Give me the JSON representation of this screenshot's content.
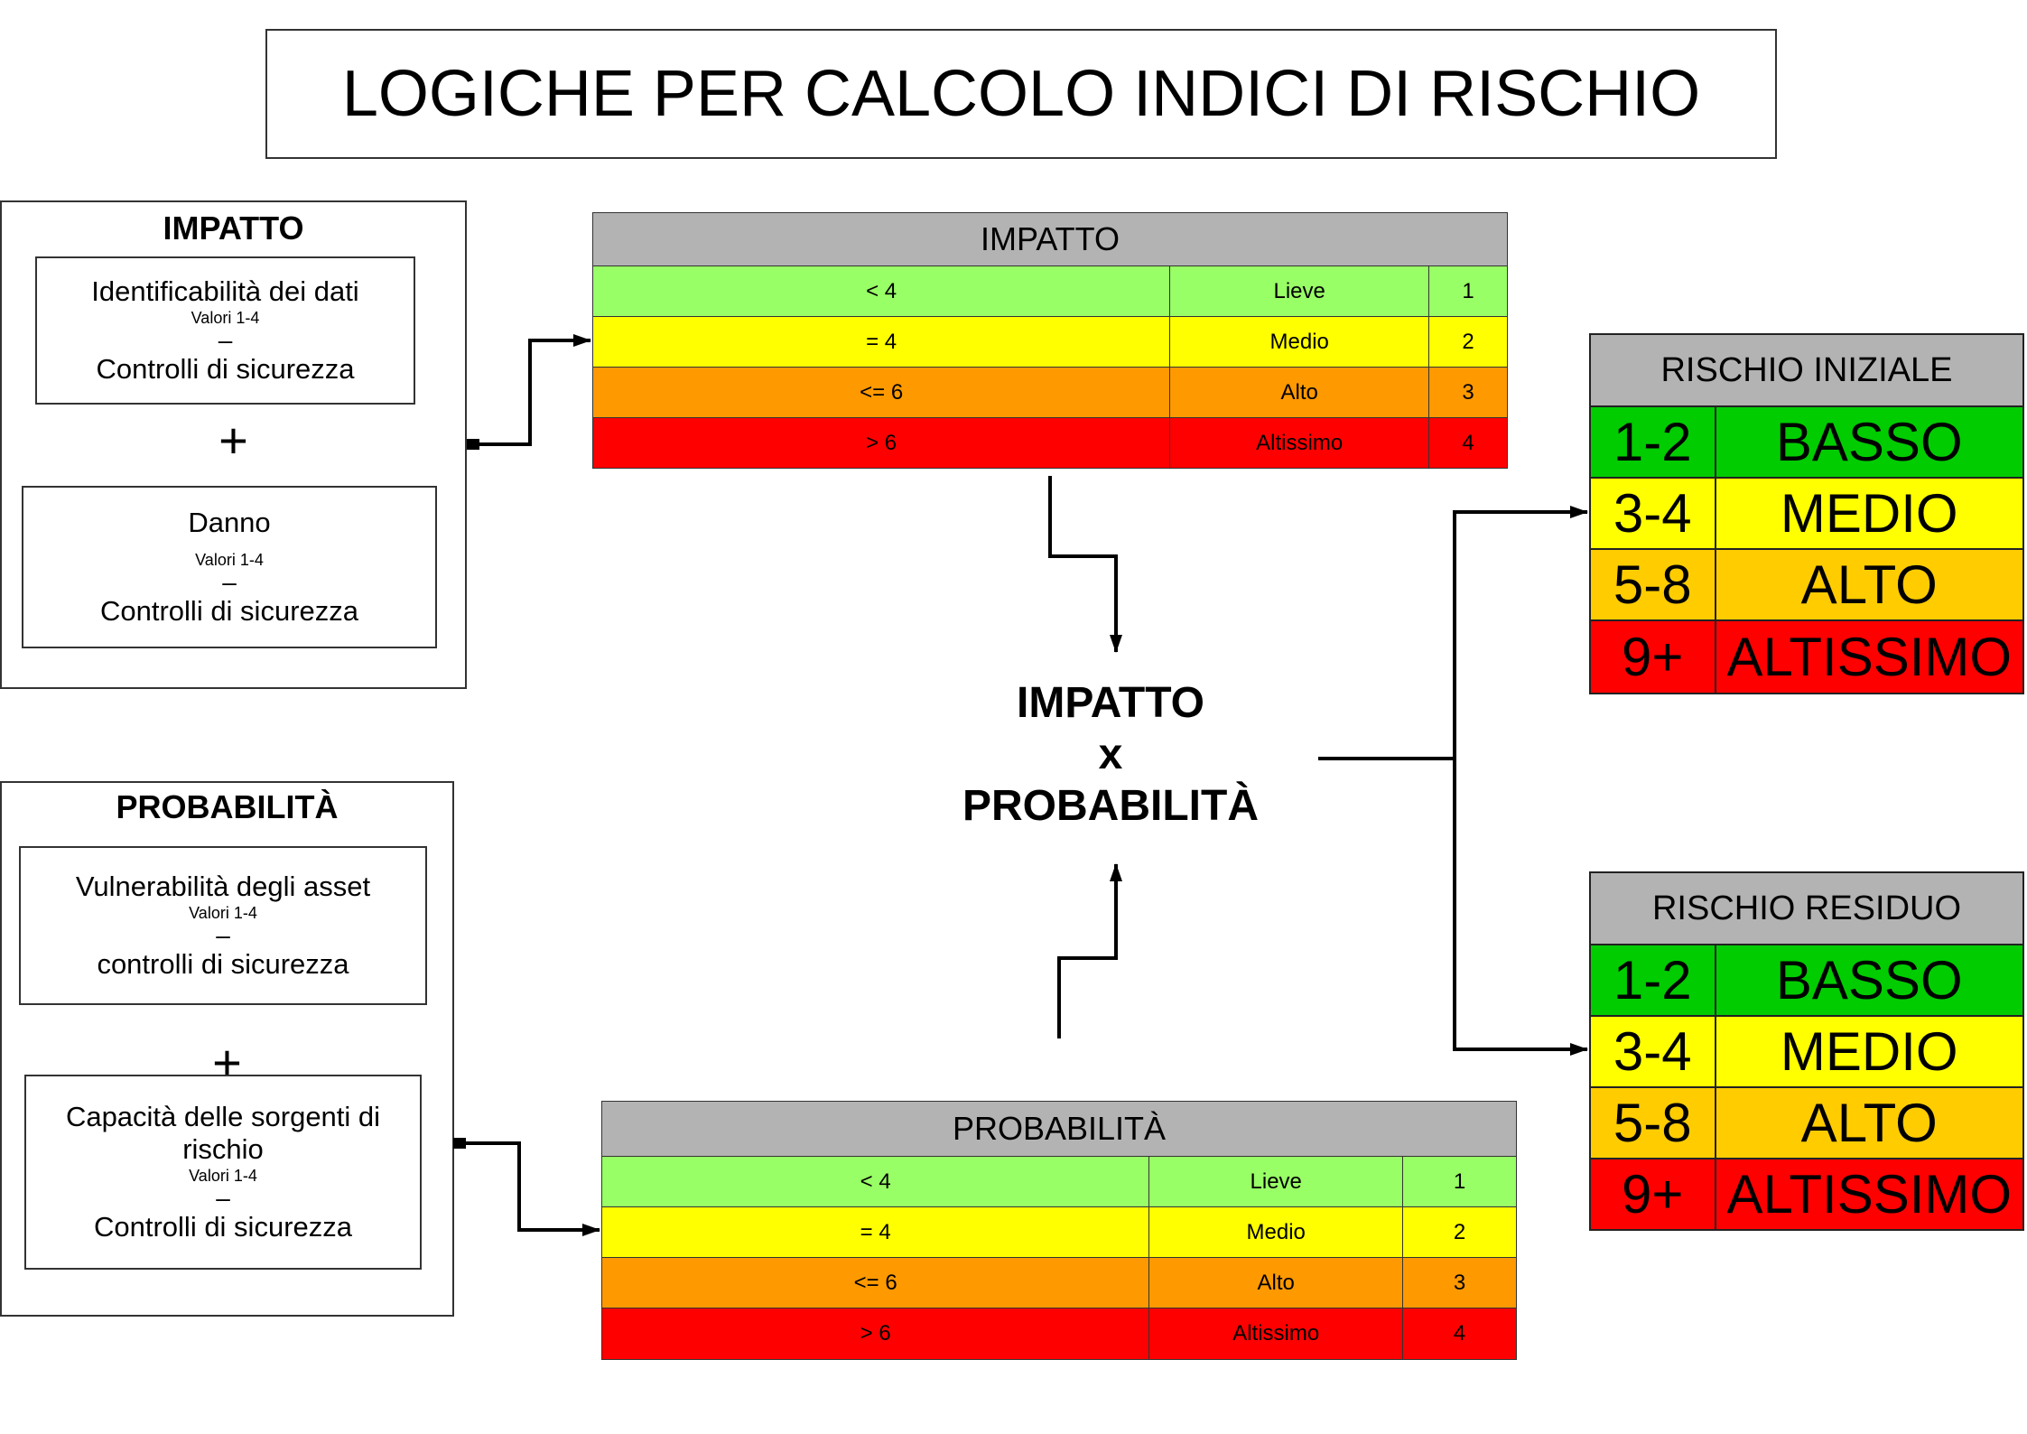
{
  "title": "LOGICHE PER CALCOLO INDICI DI RISCHIO",
  "impatto_group": {
    "title": "IMPATTO",
    "box1": {
      "main": "Identificabilità dei dati",
      "sub": "Valori 1-4",
      "dash": "–",
      "controls": "Controlli di sicurezza"
    },
    "plus": "+",
    "box2": {
      "main": "Danno",
      "sub": "Valori 1-4",
      "dash": "–",
      "controls": "Controlli di sicurezza"
    }
  },
  "probabilita_group": {
    "title": "PROBABILITÀ",
    "box1": {
      "main": "Vulnerabilità degli asset",
      "sub": "Valori 1-4",
      "dash": "–",
      "controls": "controlli di sicurezza"
    },
    "plus": "+",
    "box2": {
      "main": "Capacità delle sorgenti di rischio",
      "sub": "Valori 1-4",
      "dash": "–",
      "controls": "Controlli di sicurezza"
    }
  },
  "impatto_table": {
    "header": "IMPATTO",
    "rows": [
      {
        "range": "< 4",
        "level": "Lieve",
        "value": "1",
        "color": "#99ff66"
      },
      {
        "range": "= 4",
        "level": "Medio",
        "value": "2",
        "color": "#ffff00"
      },
      {
        "range": "<= 6",
        "level": "Alto",
        "value": "3",
        "color": "#ff9900"
      },
      {
        "range": "> 6",
        "level": "Altissimo",
        "value": "4",
        "color": "#ff0000"
      }
    ]
  },
  "probabilita_table": {
    "header": "PROBABILITÀ",
    "rows": [
      {
        "range": "< 4",
        "level": "Lieve",
        "value": "1",
        "color": "#99ff66"
      },
      {
        "range": "= 4",
        "level": "Medio",
        "value": "2",
        "color": "#ffff00"
      },
      {
        "range": "<= 6",
        "level": "Alto",
        "value": "3",
        "color": "#ff9900"
      },
      {
        "range": "> 6",
        "level": "Altissimo",
        "value": "4",
        "color": "#ff0000"
      }
    ]
  },
  "formula": {
    "line1": "IMPATTO",
    "line2": "x",
    "line3": "PROBABILITÀ"
  },
  "rischio_iniziale": {
    "header": "RISCHIO INIZIALE",
    "rows": [
      {
        "range": "1-2",
        "level": "BASSO",
        "color": "#00cc00"
      },
      {
        "range": "3-4",
        "level": "MEDIO",
        "color": "#ffff00"
      },
      {
        "range": "5-8",
        "level": "ALTO",
        "color": "#ffcc00"
      },
      {
        "range": "9+",
        "level": "ALTISSIMO",
        "color": "#ff0000"
      }
    ]
  },
  "rischio_residuo": {
    "header": "RISCHIO RESIDUO",
    "rows": [
      {
        "range": "1-2",
        "level": "BASSO",
        "color": "#00cc00"
      },
      {
        "range": "3-4",
        "level": "MEDIO",
        "color": "#ffff00"
      },
      {
        "range": "5-8",
        "level": "ALTO",
        "color": "#ffcc00"
      },
      {
        "range": "9+",
        "level": "ALTISSIMO",
        "color": "#ff0000"
      }
    ]
  }
}
